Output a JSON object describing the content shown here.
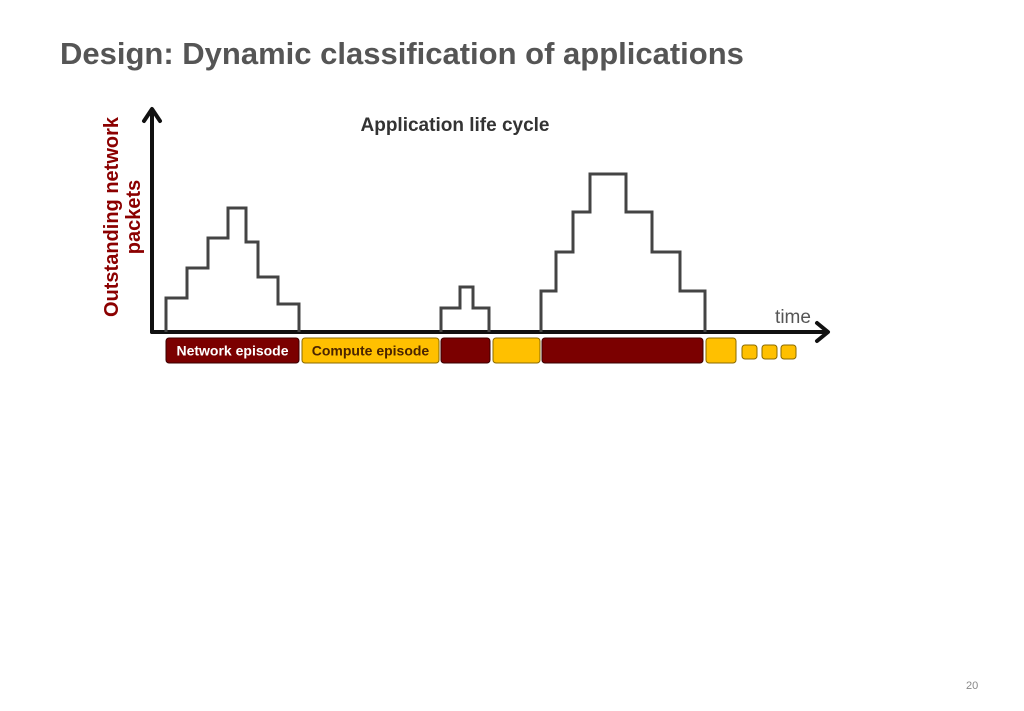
{
  "slide": {
    "title": "Design: Dynamic classification of applications",
    "page_number": "20"
  },
  "diagram": {
    "heading": "Application life cycle",
    "y_axis_label_line1": "Outstanding network",
    "y_axis_label_line2": "packets",
    "x_axis_label": "time",
    "episodes": [
      {
        "type": "network",
        "label": "Network episode"
      },
      {
        "type": "compute",
        "label": "Compute episode"
      },
      {
        "type": "network",
        "label": ""
      },
      {
        "type": "compute",
        "label": ""
      },
      {
        "type": "network",
        "label": ""
      },
      {
        "type": "compute",
        "label": ""
      },
      {
        "type": "compute",
        "label": ""
      },
      {
        "type": "compute",
        "label": ""
      },
      {
        "type": "compute",
        "label": ""
      }
    ],
    "colors": {
      "network": "#7b0000",
      "compute": "#ffc000",
      "axis": "#111111",
      "step_line": "#444444",
      "text": "#555555"
    }
  }
}
